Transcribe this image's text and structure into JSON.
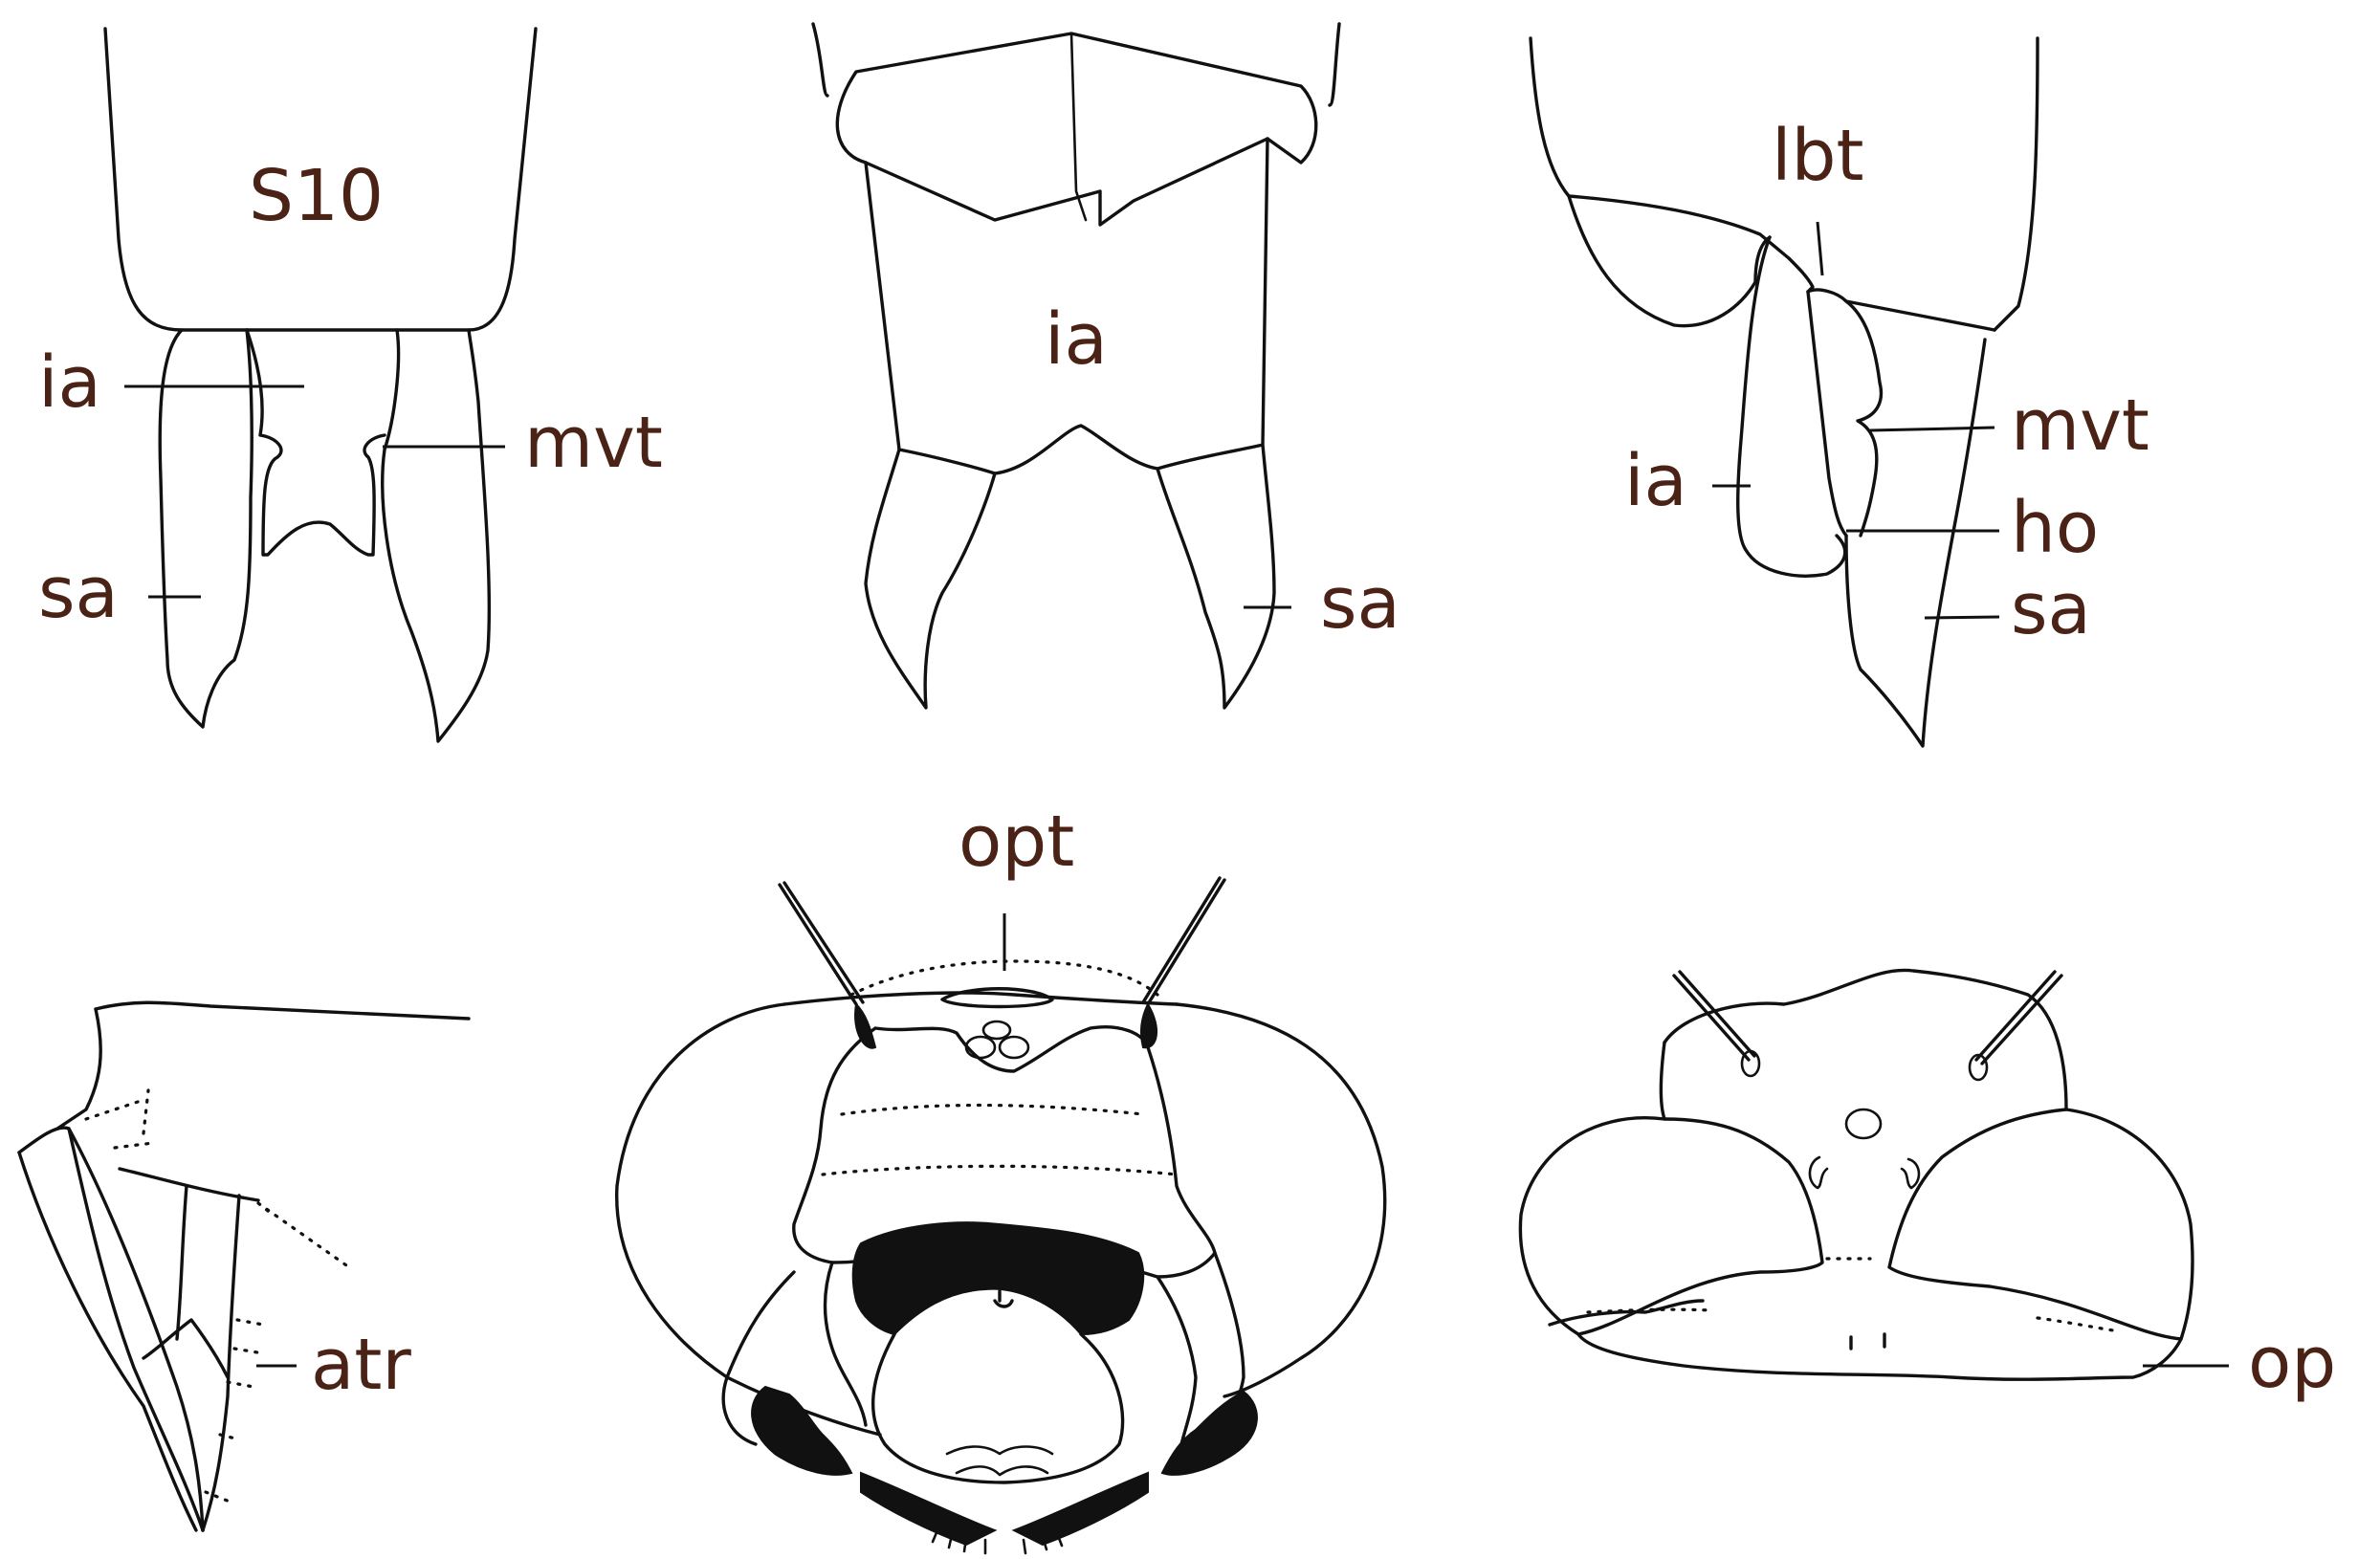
{
  "colors": {
    "label": "#4a2316",
    "line": "#111111",
    "background": "#ffffff"
  },
  "labels": {
    "p1_s10": "S10",
    "p1_ia": "ia",
    "p1_mvt": "mvt",
    "p1_sa": "sa",
    "p2_ia": "ia",
    "p2_sa": "sa",
    "p3_lbt": "lbt",
    "p3_mvt": "mvt",
    "p3_ia": "ia",
    "p3_ho": "ho",
    "p3_sa": "sa",
    "p4_atr": "atr",
    "p5_opt": "opt",
    "p6_op": "op"
  }
}
